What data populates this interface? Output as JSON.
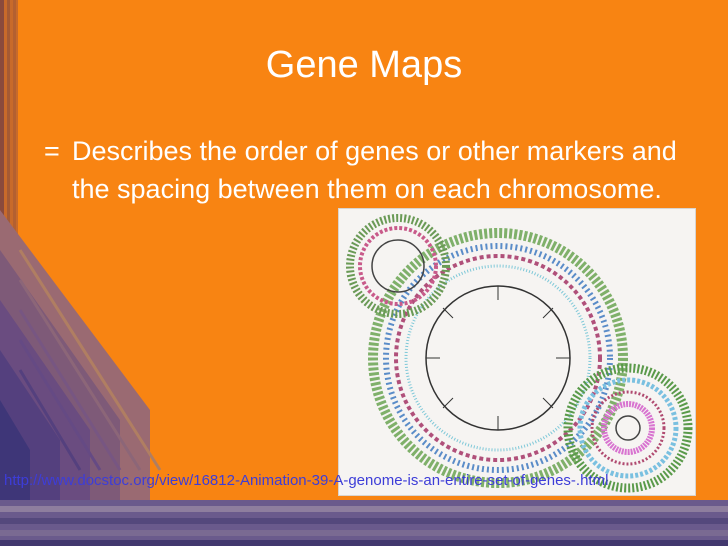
{
  "slide": {
    "title": "Gene Maps",
    "bullet": {
      "marker": "=",
      "text": "Describes the order of genes or other markers and the spacing between them on each chromosome."
    },
    "link": {
      "text": "http://www.docstoc.org/view/16812-Animation-39-A-genome-is-an-entire-set-of-genes-.html"
    }
  },
  "colors": {
    "background": "#f88412",
    "text": "#ffffff",
    "link": "#3d3dd8"
  }
}
